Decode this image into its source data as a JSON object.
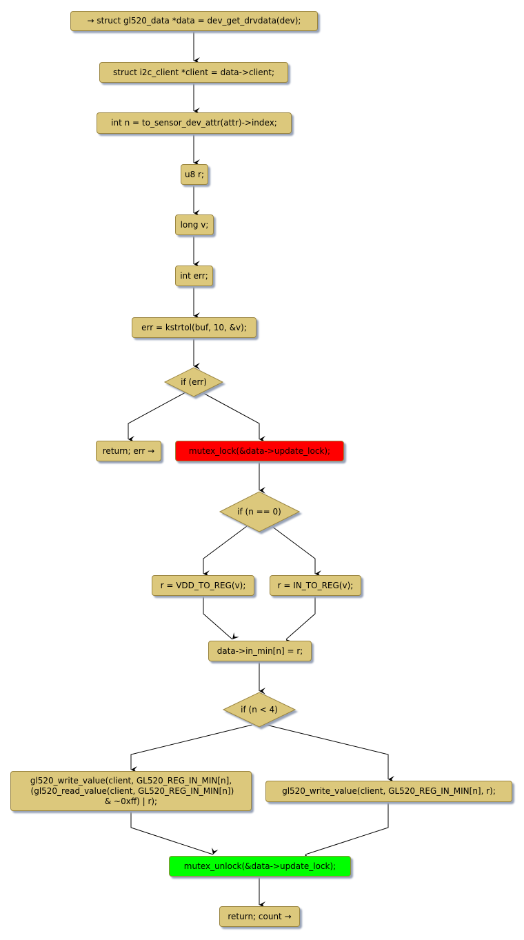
{
  "nodes": {
    "n1": "→ struct gl520_data *data = dev_get_drvdata(dev);",
    "n2": "struct i2c_client *client = data->client;",
    "n3": "int n = to_sensor_dev_attr(attr)->index;",
    "n4": "u8 r;",
    "n5": "long v;",
    "n6": "int err;",
    "n7": "err = kstrtol(buf, 10, &v);",
    "d1": "if (err)",
    "ret_err": "return; err →",
    "lock": "mutex_lock(&data->update_lock);",
    "d2": "if (n == 0)",
    "vdd": "r = VDD_TO_REG(v);",
    "in": "r = IN_TO_REG(v);",
    "assign": "data->in_min[n] = r;",
    "d3": "if (n < 4)",
    "write_masked": "gl520_write_value(client, GL520_REG_IN_MIN[n],\n (gl520_read_value(client, GL520_REG_IN_MIN[n])\n& ~0xff) | r);",
    "write": "gl520_write_value(client, GL520_REG_IN_MIN[n], r);",
    "unlock": "mutex_unlock(&data->update_lock);",
    "ret_count": "return; count →"
  },
  "colors": {
    "node": "#dcc87c",
    "lock": "#ff0000",
    "unlock": "#00ff00"
  }
}
